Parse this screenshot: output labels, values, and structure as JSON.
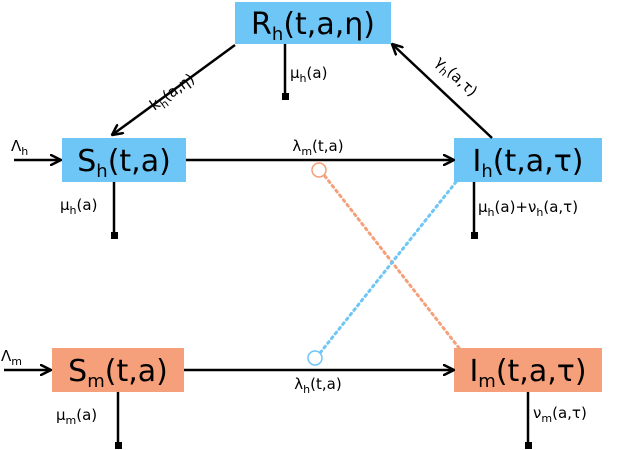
{
  "colors": {
    "human": "#6ec6f7",
    "mosquito": "#f5a07a",
    "arrow": "#000000",
    "human_link": "#6ec6f7",
    "mosquito_link": "#f5a07a"
  },
  "nodes": {
    "rh": {
      "base": "R",
      "sub": "h",
      "args": "(t,a,η)"
    },
    "sh": {
      "base": "S",
      "sub": "h",
      "args": "(t,a)"
    },
    "ih": {
      "base": "I",
      "sub": "h",
      "args": "(t,a,τ)"
    },
    "sm": {
      "base": "S",
      "sub": "m",
      "args": "(t,a)"
    },
    "im": {
      "base": "I",
      "sub": "m",
      "args": "(t,a,τ)"
    }
  },
  "edges": {
    "recovery_loss": {
      "base": "k",
      "sub": "h",
      "args": "(a,η)"
    },
    "recovery": {
      "base": "γ",
      "sub": "h",
      "args": "(a,τ)"
    },
    "infection_human": {
      "base": "λ",
      "sub": "m",
      "args": "(t,a)"
    },
    "infection_mosquito": {
      "base": "λ",
      "sub": "h",
      "args": "(t,a)"
    }
  },
  "inflows": {
    "human": {
      "base": "Λ",
      "sub": "h"
    },
    "mosquito": {
      "base": "Λ",
      "sub": "m"
    }
  },
  "deaths": {
    "rh": {
      "t1": "μ",
      "s1": "h",
      "t2": "(a)",
      "s2": "",
      "t3": "",
      "s3": "",
      "t4": ""
    },
    "sh": {
      "t1": "μ",
      "s1": "h",
      "t2": "(a)",
      "s2": "",
      "t3": "",
      "s3": "",
      "t4": ""
    },
    "ih": {
      "t1": "μ",
      "s1": "h",
      "t2": "(a)+ν",
      "s2": "h",
      "t3": "(a,τ)",
      "s3": "",
      "t4": ""
    },
    "sm": {
      "t1": "μ",
      "s1": "m",
      "t2": "(a)",
      "s2": "",
      "t3": "",
      "s3": "",
      "t4": ""
    },
    "im": {
      "t1": "ν",
      "s1": "m",
      "t2": "(a,τ)",
      "s2": "",
      "t3": "",
      "s3": "",
      "t4": ""
    }
  }
}
